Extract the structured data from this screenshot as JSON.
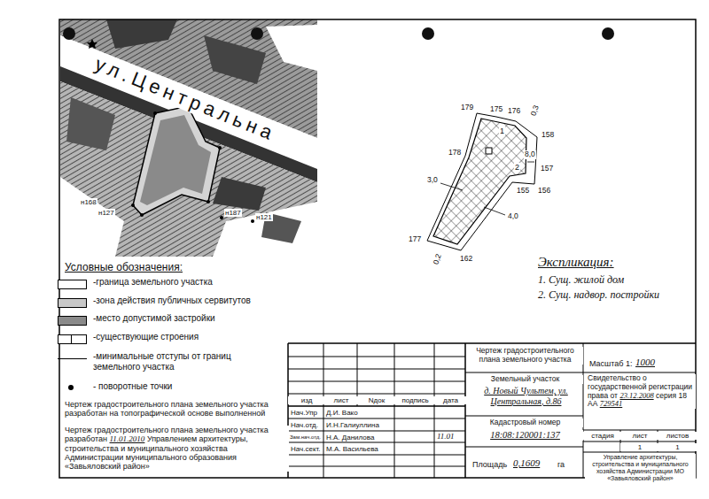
{
  "diagram": {
    "labels": [
      "ул.Центральна",
      "н187",
      "н121",
      "н168",
      "н127",
      "179",
      "175",
      "176",
      "0,3",
      "158",
      "8,0",
      "157",
      "156",
      "155",
      "178",
      "3,0",
      "4,0",
      "177",
      "0,2",
      "162",
      "1",
      "2",
      "Экспликация:",
      "1. Сущ. жилой дом",
      "2. Сущ. надвор. постройки",
      "Условные обозначения:",
      "Чертеж градостроительного плана земельного участка разработан на топографической основе выполненной",
      "Чертеж градостроительного плана земельного участка разработан",
      "11.01.2010",
      "Управлением архитектуры, строительства и муниципального хозяйства Администрации муниципального образования «Завьяловский район»",
      "изд",
      "лист",
      "Nдок",
      "подпись",
      "дата",
      "Нач.Упр",
      "Д.И. Вако",
      "Нач.отд.",
      "И.Н.Галиуллина",
      "Зам.нач.отд.",
      "Н.А. Данилова",
      "11.01",
      "Нач.сект.",
      "М.А. Васильева",
      "Чертеж градостроительного плана земельного участка",
      "Масштаб 1:",
      "1000",
      "Земельный участок",
      "д. Новый Чультем, ул. Центральная, д.86",
      "Свидетельство о государственной регистрации права от",
      "23.12.2008",
      "серия 18 АА",
      "729541",
      "Кадастровый номер",
      "18:08:120001:137",
      "стадия",
      "лист",
      "листов",
      "1",
      "1",
      "Площадь",
      "0,1609",
      "га",
      "Управление архитектуры, строительства и муниципального хозяйства Администрации МО «Завьяловский район»"
    ],
    "legend": [
      {
        "text": "-граница земельного участка",
        "color": "#ffffff"
      },
      {
        "text": "-зона действия публичных сервитутов",
        "color": "#c8c8c8"
      },
      {
        "text": "-место допустимой застройки",
        "color": "#8a8a8a"
      },
      {
        "text": "-существующие строения"
      },
      {
        "text": "-минимальные отступы от границ земельного участка"
      },
      {
        "text": "- поворотные точки"
      }
    ]
  }
}
